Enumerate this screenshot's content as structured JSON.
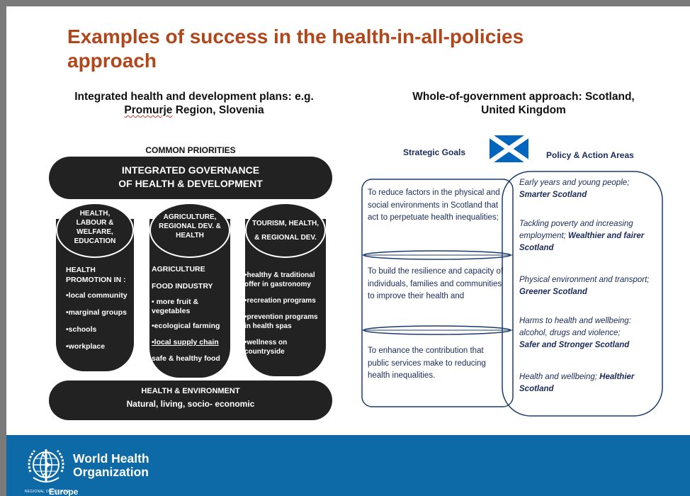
{
  "slide": {
    "title": "Examples of success in the health-in-all-policies approach"
  },
  "left": {
    "heading_line1": "Integrated health and development plans: e.g.",
    "heading_word": "Promurje",
    "heading_rest": " Region, Slovenia",
    "common_priorities": "COMMON PRIORITIES",
    "governance_line1": "INTEGRATED GOVERNANCE",
    "governance_line2": "OF HEALTH & DEVELOPMENT",
    "pillars": [
      {
        "cap": [
          "HEALTH,",
          "LABOUR &",
          "WELFARE,",
          "EDUCATION"
        ],
        "items": [
          "HEALTH",
          "PROMOTION IN :",
          "",
          "•local community",
          "",
          "•marginal groups",
          "",
          "•schools",
          "",
          "•workplace"
        ]
      },
      {
        "cap": [
          "AGRICULTURE,",
          "REGIONAL DEV. &",
          "HEALTH"
        ],
        "items": [
          "AGRICULTURE",
          "",
          "FOOD INDUSTRY",
          "",
          "• more fruit &",
          "vegetables",
          "",
          "•ecological farming",
          "",
          "•local supply chain",
          "",
          "safe & healthy food"
        ]
      },
      {
        "cap": [
          "TOURISM, HEALTH,",
          "",
          "& REGIONAL DEV."
        ],
        "items": [
          "•healthy & traditional",
          "offer in gastronomy",
          "",
          "•recreation programs",
          "",
          "•prevention programs",
          "in health spas",
          "",
          "•wellness on",
          "countryside"
        ]
      }
    ],
    "base_line1": "HEALTH & ENVIRONMENT",
    "base_line2": "Natural, living, socio- economic"
  },
  "right": {
    "heading_line1": "Whole-of-government approach: Scotland,",
    "heading_line2": "United Kingdom",
    "strategic_goals": "Strategic Goals",
    "policy_areas": "Policy & Action Areas",
    "goals": [
      "To reduce factors in the physical and social environments in Scotland that act to perpetuate health inequalities;",
      "To build the resilience and capacity of individuals, families and communities to improve their health and",
      "To enhance the contribution that public services make to reducing health inequalities."
    ],
    "areas": [
      {
        "text": "Early years and young people;",
        "bold": "Smarter Scotland"
      },
      {
        "text": "Tackling poverty and increasing employment;",
        "bold": "Wealthier and fairer Scotland"
      },
      {
        "text": "Physical environment and transport;",
        "bold": "Greener Scotland"
      },
      {
        "text": "Harms to health and wellbeing: alcohol, drugs and violence;",
        "bold": "Safer and Stronger Scotland"
      },
      {
        "text": "Health and wellbeing;",
        "bold": "Healthier Scotland"
      }
    ]
  },
  "footer": {
    "org_line1": "World Health",
    "org_line2": "Organization",
    "regional": "REGIONAL OFFICE FOR",
    "region": "Europe"
  },
  "colors": {
    "title": "#b0461a",
    "footer": "#0d6aa6",
    "dark": "#222222",
    "navy": "#1a2a5a",
    "flag_blue": "#0065bd"
  }
}
